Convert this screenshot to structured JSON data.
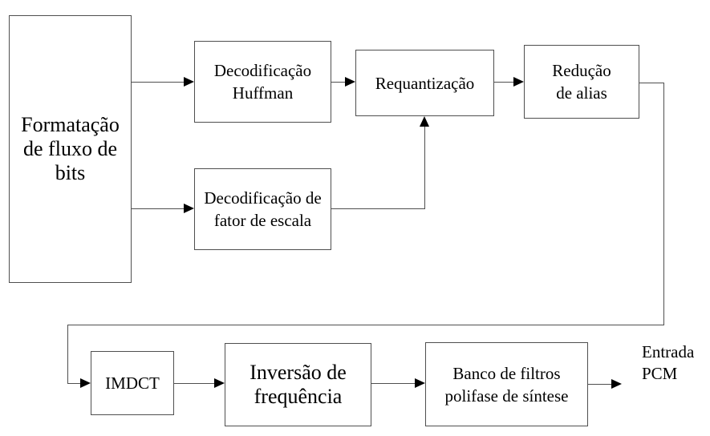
{
  "diagram": {
    "type": "block-flow-diagram",
    "colors": {
      "background": "#ffffff",
      "box_border": "#4f4f4f",
      "connector_line": "#4f4f4f",
      "arrowhead": "#000000",
      "text": "#000000"
    }
  },
  "boxes": {
    "formatacao": {
      "lines": [
        "Formatação",
        "de fluxo de",
        "bits"
      ]
    },
    "huffman": {
      "lines": [
        "Decodificação",
        "Huffman"
      ]
    },
    "requantizacao": {
      "lines": [
        "Requantização"
      ]
    },
    "reducao": {
      "lines": [
        "Redução",
        "de alias"
      ]
    },
    "fator": {
      "lines": [
        "Decodificação de",
        "fator de escala"
      ]
    },
    "imdct": {
      "lines": [
        "IMDCT"
      ]
    },
    "inversao": {
      "lines": [
        "Inversão de",
        "frequência"
      ]
    },
    "banco": {
      "lines": [
        "Banco de filtros",
        "polifase de síntese"
      ]
    }
  },
  "output_label": {
    "lines": [
      "Entrada",
      "PCM"
    ]
  },
  "connections": [
    "formatacao -> huffman",
    "formatacao -> fator",
    "huffman -> requantizacao",
    "fator -> requantizacao",
    "requantizacao -> reducao",
    "reducao -> imdct (feedback route down-left)",
    "imdct -> inversao",
    "inversao -> banco",
    "banco -> entrada-pcm"
  ]
}
